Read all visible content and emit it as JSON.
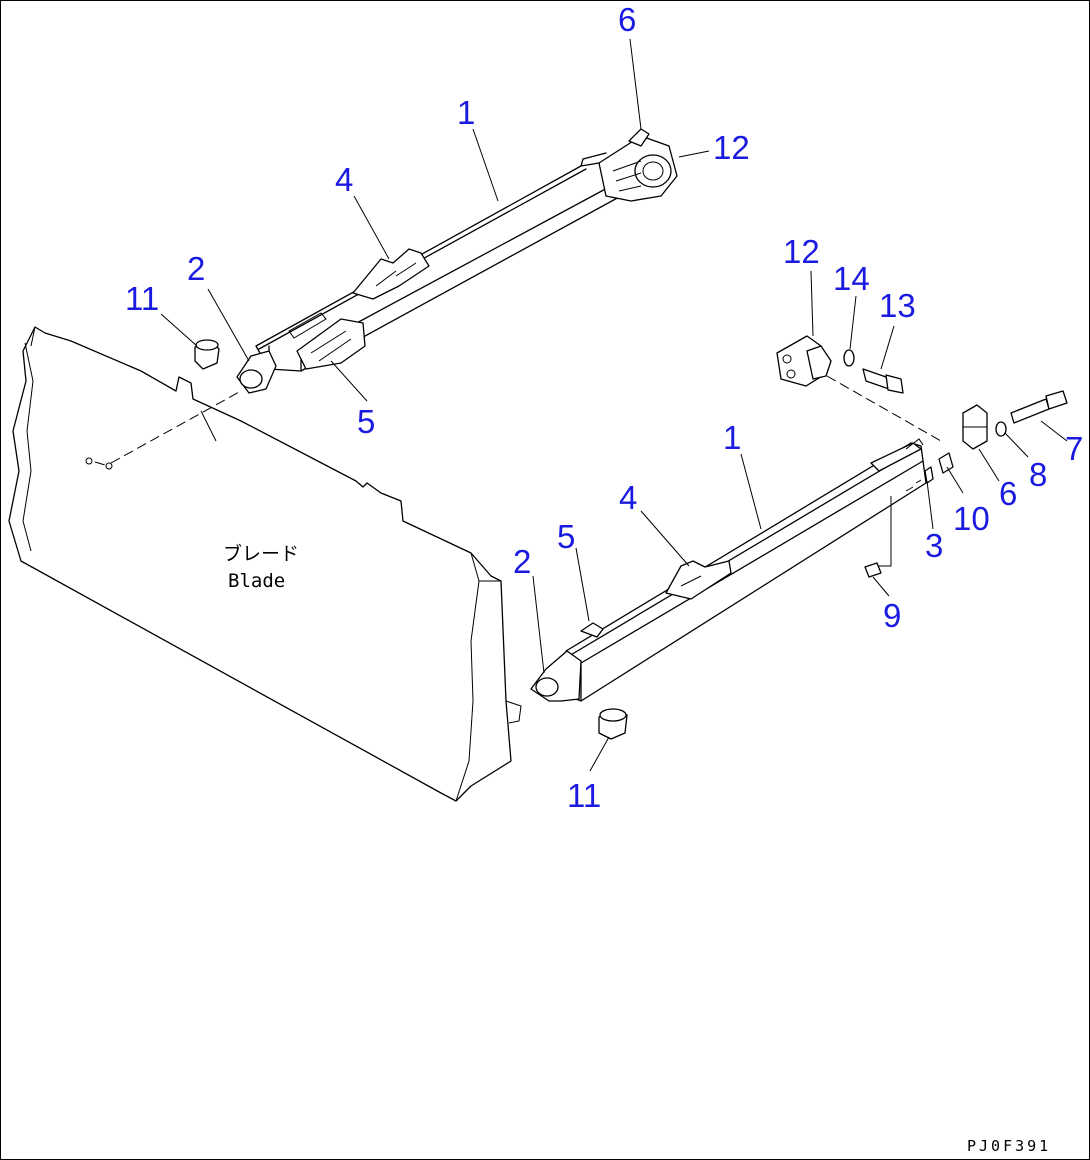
{
  "blade": {
    "label_jp": "ブレード",
    "label_en": "Blade"
  },
  "figure_code": "PJ0F391",
  "callouts": [
    {
      "id": "c-6-top",
      "text": "6"
    },
    {
      "id": "c-1-top",
      "text": "1"
    },
    {
      "id": "c-12-top",
      "text": "12"
    },
    {
      "id": "c-4-top",
      "text": "4"
    },
    {
      "id": "c-2-top",
      "text": "2"
    },
    {
      "id": "c-11-top",
      "text": "11"
    },
    {
      "id": "c-5-top",
      "text": "5"
    },
    {
      "id": "c-12-right",
      "text": "12"
    },
    {
      "id": "c-14",
      "text": "14"
    },
    {
      "id": "c-13",
      "text": "13"
    },
    {
      "id": "c-1-bottom",
      "text": "1"
    },
    {
      "id": "c-7",
      "text": "7"
    },
    {
      "id": "c-8",
      "text": "8"
    },
    {
      "id": "c-6-bottom",
      "text": "6"
    },
    {
      "id": "c-10",
      "text": "10"
    },
    {
      "id": "c-3",
      "text": "3"
    },
    {
      "id": "c-4-bottom",
      "text": "4"
    },
    {
      "id": "c-5-bottom",
      "text": "5"
    },
    {
      "id": "c-2-bottom",
      "text": "2"
    },
    {
      "id": "c-9",
      "text": "9"
    },
    {
      "id": "c-11-bottom",
      "text": "11"
    }
  ]
}
